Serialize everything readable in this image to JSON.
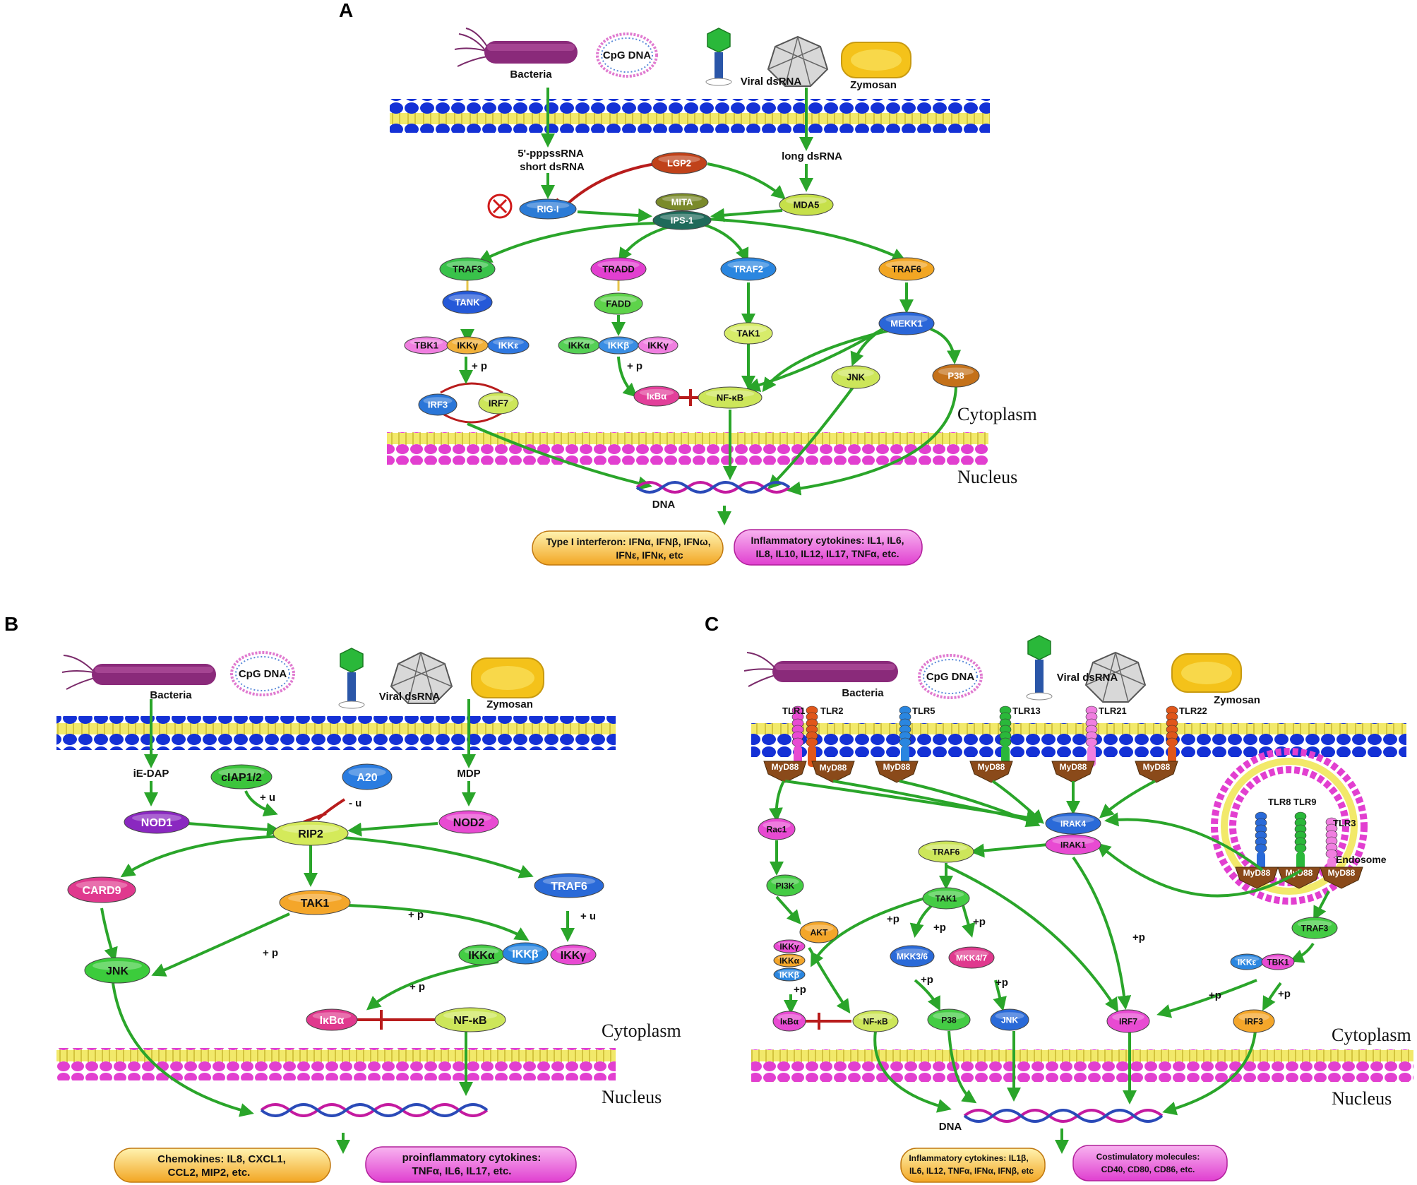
{
  "panels": [
    {
      "id": "A",
      "letter": "A"
    },
    {
      "id": "B",
      "letter": "B"
    },
    {
      "id": "C",
      "letter": "C"
    }
  ],
  "ligands": {
    "bacteria": "Bacteria",
    "cpg": "CpG DNA",
    "viral": "Viral dsRNA",
    "zymosan": "Zymosan"
  },
  "compartments": {
    "cytoplasm": "Cytoplasm",
    "nucleus": "Nucleus",
    "dna": "DNA",
    "endosome": "Endosome"
  },
  "panelA": {
    "labels": {
      "pppss": "5'-pppssRNA",
      "short": "short dsRNA",
      "long": "long dsRNA",
      "plus_p1": "+ p",
      "plus_p2": "+ p"
    },
    "nodes": [
      {
        "key": "LGP2",
        "label": "LGP2",
        "color": "#c0421a",
        "dark": true
      },
      {
        "key": "RIG",
        "label": "RIG-I",
        "color": "#2b7bd6",
        "dark": true
      },
      {
        "key": "MDA5",
        "label": "MDA5",
        "color": "#c6e04a"
      },
      {
        "key": "MITA",
        "label": "MITA",
        "color": "#7a8a2a",
        "dark": true
      },
      {
        "key": "IPS1",
        "label": "IPS-1",
        "color": "#1f6a5a",
        "dark": true
      },
      {
        "key": "TRAF3",
        "label": "TRAF3",
        "color": "#39c24a"
      },
      {
        "key": "TRADD",
        "label": "TRADD",
        "color": "#e23fd0"
      },
      {
        "key": "TRAF2",
        "label": "TRAF2",
        "color": "#2a86e0",
        "dark": true
      },
      {
        "key": "TRAF6",
        "label": "TRAF6",
        "color": "#f2a623"
      },
      {
        "key": "TANK",
        "label": "TANK",
        "color": "#2559d8",
        "dark": true
      },
      {
        "key": "FADD",
        "label": "FADD",
        "color": "#5ed34a"
      },
      {
        "key": "TAK1",
        "label": "TAK1",
        "color": "#d7ec6a"
      },
      {
        "key": "MEKK1",
        "label": "MEKK1",
        "color": "#2a66d8",
        "dark": true
      },
      {
        "key": "TBK1",
        "label": "TBK1",
        "color": "#f07fe0"
      },
      {
        "key": "IKKg",
        "label": "IKKγ",
        "color": "#f2b13a"
      },
      {
        "key": "IKKe",
        "label": "IKKε",
        "color": "#2f78e0",
        "dark": true
      },
      {
        "key": "IKKa",
        "label": "IKKα",
        "color": "#55d055"
      },
      {
        "key": "IKKb",
        "label": "IKKβ",
        "color": "#3a8ee4",
        "dark": true
      },
      {
        "key": "IKKg2",
        "label": "IKKγ",
        "color": "#f07fe0"
      },
      {
        "key": "JNK",
        "label": "JNK",
        "color": "#cde65a"
      },
      {
        "key": "P38",
        "label": "P38",
        "color": "#c4711a",
        "dark": true
      },
      {
        "key": "IRF3",
        "label": "IRF3",
        "color": "#2a76d8",
        "dark": true
      },
      {
        "key": "IRF7",
        "label": "IRF7",
        "color": "#cde65a"
      },
      {
        "key": "IkBa",
        "label": "IκBα",
        "color": "#e23f9a",
        "dark": true
      },
      {
        "key": "NFkB",
        "label": "NF-κB",
        "color": "#cde65a"
      }
    ],
    "outputs": [
      {
        "line1": "Type I interferon: IFNα, IFNβ, IFNω,",
        "line2": "IFNε, IFNκ, etc"
      },
      {
        "line1": "Inflammatory cytokines: IL1, IL6,",
        "line2": "IL8, IL10, IL12, IL17, TNFα, etc."
      }
    ]
  },
  "panelB": {
    "labels": {
      "iedap": "iE-DAP",
      "mdp": "MDP",
      "plus_u1": "+ u",
      "minus_u": "- u",
      "plus_p1": "+ p",
      "plus_p2": "+ p",
      "plus_u2": "+ u",
      "plus_p3": "+ p"
    },
    "nodes": [
      {
        "key": "cIAP",
        "label": "cIAP1/2",
        "color": "#3cc43c"
      },
      {
        "key": "A20",
        "label": "A20",
        "color": "#2a7ce0",
        "dark": true
      },
      {
        "key": "NOD1",
        "label": "NOD1",
        "color": "#8a28c0",
        "dark": true
      },
      {
        "key": "RIP2",
        "label": "RIP2",
        "color": "#d4ea5a"
      },
      {
        "key": "NOD2",
        "label": "NOD2",
        "color": "#e84ad2"
      },
      {
        "key": "CARD9",
        "label": "CARD9",
        "color": "#e0398e",
        "dark": true
      },
      {
        "key": "TAK1",
        "label": "TAK1",
        "color": "#f4a62a"
      },
      {
        "key": "TRAF6",
        "label": "TRAF6",
        "color": "#2a6ad8",
        "dark": true
      },
      {
        "key": "JNK",
        "label": "JNK",
        "color": "#3ccc3c"
      },
      {
        "key": "IKKa",
        "label": "IKKα",
        "color": "#44cc44"
      },
      {
        "key": "IKKb",
        "label": "IKKβ",
        "color": "#2a86e0",
        "dark": true
      },
      {
        "key": "IKKg",
        "label": "IKKγ",
        "color": "#e84ad2"
      },
      {
        "key": "IkBa",
        "label": "IκBα",
        "color": "#e0398e",
        "dark": true
      },
      {
        "key": "NFkB",
        "label": "NF-κB",
        "color": "#cde65a"
      }
    ],
    "outputs": [
      {
        "line1": "Chemokines: IL8, CXCL1,",
        "line2": "CCL2, MIP2, etc."
      },
      {
        "line1": "proinflammatory cytokines:",
        "line2": "TNFα, IL6, IL17, etc."
      }
    ]
  },
  "panelC": {
    "receptors": [
      "TLR1",
      "TLR2",
      "TLR5",
      "TLR13",
      "TLR21",
      "TLR22",
      "TLR8",
      "TLR9",
      "TLR3"
    ],
    "myd88": "MyD88",
    "labels": {
      "p1": "+p",
      "p2": "+p",
      "p3": "+p",
      "p4": "+p",
      "p5": "+p",
      "p6": "+p",
      "p7": "+p",
      "p8": "+p",
      "p9": "+p",
      "p10": "+p"
    },
    "nodes": [
      {
        "key": "IRAK4",
        "label": "IRAK4",
        "color": "#2a6ad8",
        "dark": true
      },
      {
        "key": "IRAK1",
        "label": "IRAK1",
        "color": "#e84ad2"
      },
      {
        "key": "Rac1",
        "label": "Rac1",
        "color": "#e84ad2"
      },
      {
        "key": "TRAF6",
        "label": "TRAF6",
        "color": "#cde65a"
      },
      {
        "key": "PI3K",
        "label": "PI3K",
        "color": "#44cc44"
      },
      {
        "key": "TAK1",
        "label": "TAK1",
        "color": "#44cc44"
      },
      {
        "key": "AKT",
        "label": "AKT",
        "color": "#f4a62a"
      },
      {
        "key": "MKK36",
        "label": "MKK3/6",
        "color": "#2a6ad8",
        "dark": true
      },
      {
        "key": "MKK47",
        "label": "MKK4/7",
        "color": "#e0398e",
        "dark": true
      },
      {
        "key": "TRAF3",
        "label": "TRAF3",
        "color": "#44cc44"
      },
      {
        "key": "IKKe",
        "label": "IKKε",
        "color": "#2a86e0",
        "dark": true
      },
      {
        "key": "TBK1",
        "label": "TBK1",
        "color": "#e84ad2"
      },
      {
        "key": "IKKg",
        "label": "IKKγ",
        "color": "#e84ad2"
      },
      {
        "key": "IKKa",
        "label": "IKKα",
        "color": "#f4a62a"
      },
      {
        "key": "IKKb",
        "label": "IKKβ",
        "color": "#2a86e0",
        "dark": true
      },
      {
        "key": "P38",
        "label": "P38",
        "color": "#44cc44"
      },
      {
        "key": "JNK",
        "label": "JNK",
        "color": "#2a6ad8",
        "dark": true
      },
      {
        "key": "IRF7",
        "label": "IRF7",
        "color": "#e84ad2"
      },
      {
        "key": "IRF3",
        "label": "IRF3",
        "color": "#f4a62a"
      },
      {
        "key": "IkBa",
        "label": "IκBα",
        "color": "#e84ad2"
      },
      {
        "key": "NFkB",
        "label": "NF-κB",
        "color": "#cde65a"
      }
    ],
    "outputs": [
      {
        "line1": "Inflammatory cytokines: IL1β,",
        "line2": "IL6, IL12, TNFα, IFNα, IFNβ, etc"
      },
      {
        "line1": "Costimulatory molecules:",
        "line2": "CD40, CD80, CD86, etc."
      }
    ]
  }
}
